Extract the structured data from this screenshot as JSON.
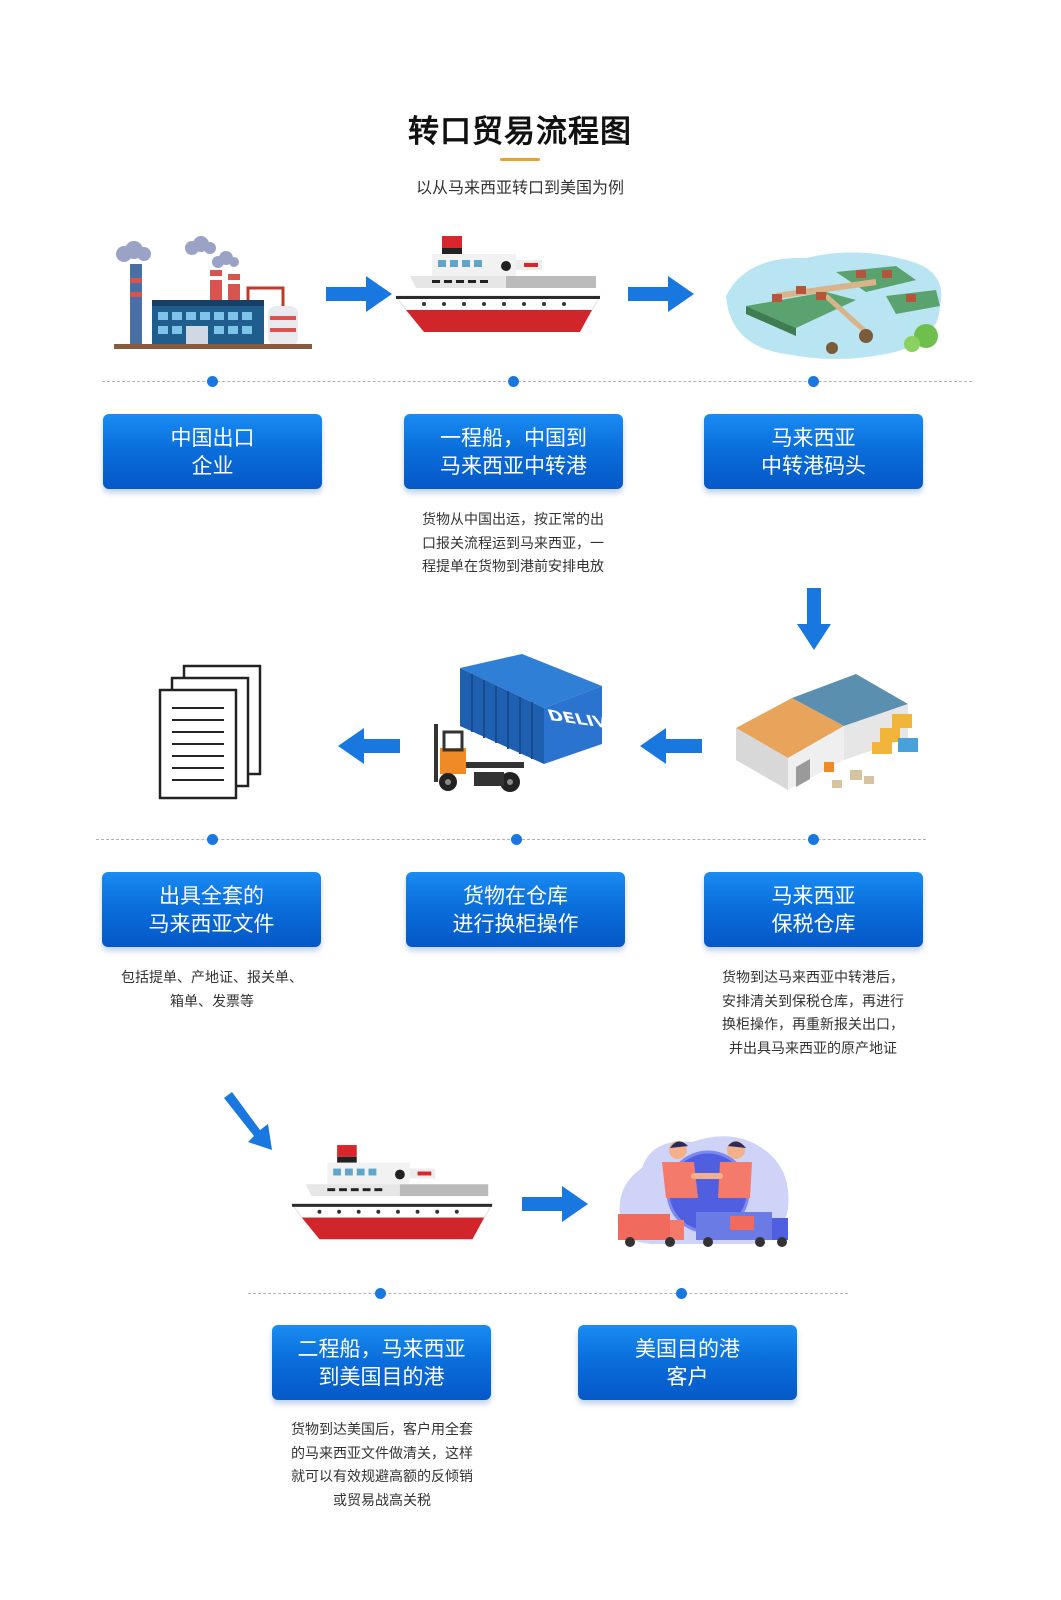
{
  "header": {
    "title": "转口贸易流程图",
    "subtitle": "以从马来西亚转口到美国为例"
  },
  "colors": {
    "box_blue": "#0a6fdc",
    "arrow_blue": "#1878e0",
    "title_accent": "#f0a12a"
  },
  "steps": [
    {
      "id": "china-exporter",
      "label_lines": [
        "中国出口",
        "企业"
      ],
      "icon": "factory-icon",
      "desc_lines": []
    },
    {
      "id": "first-voyage",
      "label_lines": [
        "一程船，中国到",
        "马来西亚中转港"
      ],
      "icon": "ship-icon",
      "desc_lines": [
        "货物从中国出运，按正常的出",
        "口报关流程运到马来西亚，一",
        "程提单在货物到港前安排电放"
      ]
    },
    {
      "id": "malaysia-port",
      "label_lines": [
        "马来西亚",
        "中转港码头"
      ],
      "icon": "harbor-island-icon",
      "desc_lines": []
    },
    {
      "id": "bonded-warehouse",
      "label_lines": [
        "马来西亚",
        "保税仓库"
      ],
      "icon": "warehouse-icon",
      "desc_lines": [
        "货物到达马来西亚中转港后，",
        "安排清关到保税仓库，再进行",
        "换柜操作，再重新报关出口，",
        "并出具马来西亚的原产地证"
      ]
    },
    {
      "id": "container-swap",
      "label_lines": [
        "货物在仓库",
        "进行换柜操作"
      ],
      "icon": "container-forklift-icon",
      "desc_lines": []
    },
    {
      "id": "documents",
      "label_lines": [
        "出具全套的",
        "马来西亚文件"
      ],
      "icon": "documents-icon",
      "desc_lines": [
        "包括提单、产地证、报关单、",
        "箱单、发票等"
      ]
    },
    {
      "id": "second-voyage",
      "label_lines": [
        "二程船，马来西亚",
        "到美国目的港"
      ],
      "icon": "ship-icon",
      "desc_lines": [
        "货物到达美国后，客户用全套",
        "的马来西亚文件做清关，这样",
        "就可以有效规避高额的反倾销",
        "或贸易战高关税"
      ]
    },
    {
      "id": "us-customer",
      "label_lines": [
        "美国目的港",
        "客户"
      ],
      "icon": "handshake-delivery-icon",
      "desc_lines": []
    }
  ],
  "delivery_text": "DELIVERY"
}
